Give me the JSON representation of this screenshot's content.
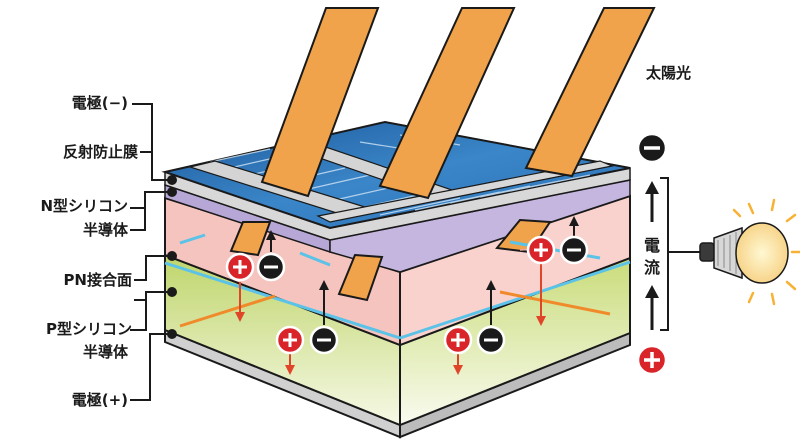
{
  "labels": {
    "sunlight": "太陽光",
    "electrode_negative": "電極(−)",
    "anti_reflection_film": "反射防止膜",
    "n_type_line1": "N型シリコン",
    "n_type_line2": "半導体",
    "pn_junction": "PN接合面",
    "p_type_line1": "P型シリコン",
    "p_type_line2": "半導体",
    "electrode_positive": "電極(+)",
    "current_char1": "電",
    "current_char2": "流"
  },
  "colors": {
    "sun_beam": "#f0a34a",
    "panel_blue": "#2e72b8",
    "n_layer": "#f7c7c3",
    "p_layer": "#c9dc7a",
    "junction_line": "#5bc2e8",
    "hole_symbol": "#d9252a",
    "electron_symbol": "#1a1a1a",
    "bulb_glow": "#f7b236"
  },
  "icons": [
    "plus-icon",
    "minus-icon",
    "light-bulb-icon",
    "arrow-up-icon"
  ]
}
